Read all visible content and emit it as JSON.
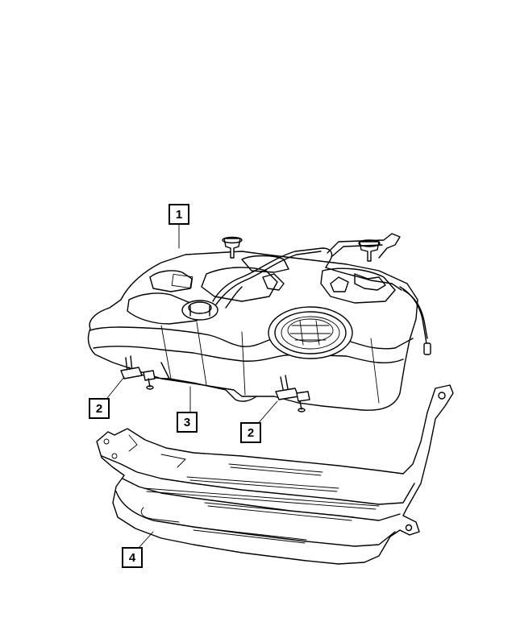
{
  "callouts": [
    {
      "id": "c1",
      "label": "1"
    },
    {
      "id": "c2a",
      "label": "2"
    },
    {
      "id": "c3",
      "label": "3"
    },
    {
      "id": "c2b",
      "label": "2"
    },
    {
      "id": "c4",
      "label": "4"
    }
  ],
  "colors": {
    "line": "#000000",
    "background": "#ffffff"
  }
}
